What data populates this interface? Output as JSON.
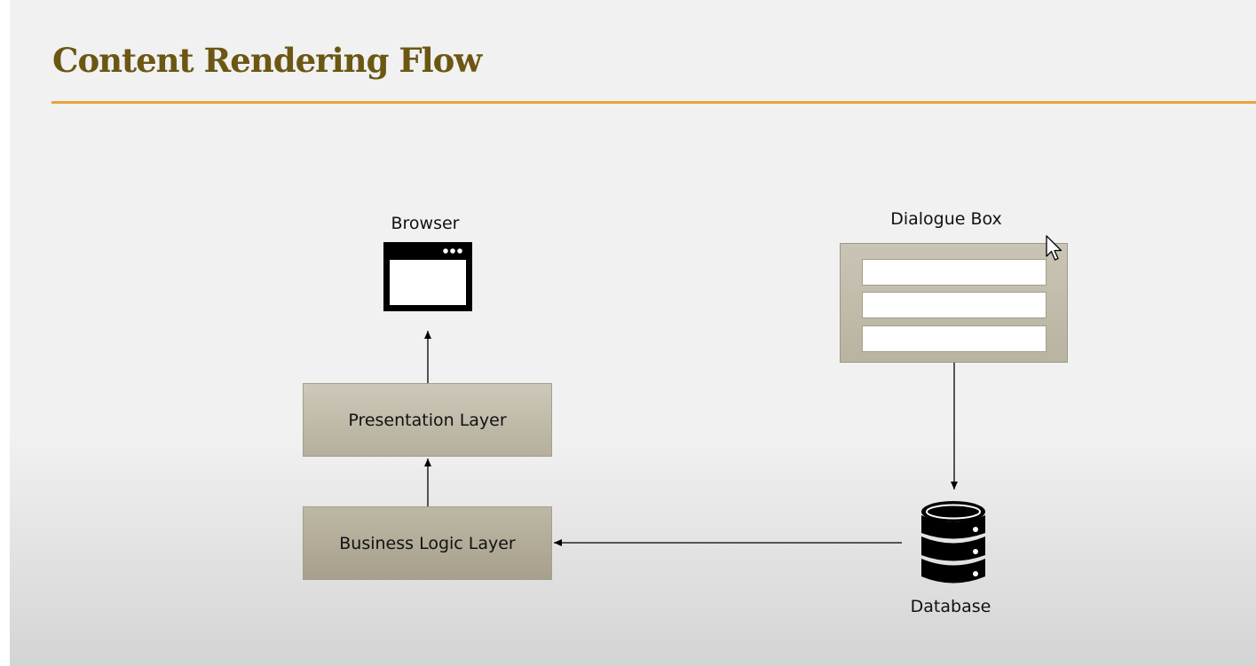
{
  "slide": {
    "title": "Content Rendering Flow"
  },
  "diagram": {
    "browser": {
      "label": "Browser",
      "icon": "browser-window-icon"
    },
    "presentation_layer": {
      "label": "Presentation Layer"
    },
    "business_logic_layer": {
      "label": "Business Logic Layer"
    },
    "dialogue_box": {
      "label": "Dialogue Box",
      "field_count": 3
    },
    "database": {
      "label": "Database",
      "icon": "database-icon"
    }
  },
  "colors": {
    "title": "#6b5713",
    "rule": "#eba23e",
    "layer_fill": "#c2bcaa",
    "icon": "#000000"
  }
}
